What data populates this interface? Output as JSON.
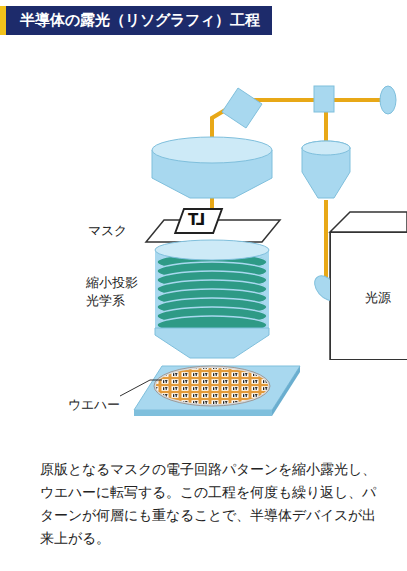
{
  "diagram": {
    "title": "半導体の露光（リソグラフィ）工程",
    "caption": "原版となるマスクの電子回路パターンを縮小露光し、ウエハーに転写する。この工程を何度も繰り返し、パターンが何層にも重なることで、半導体デバイスが出来上がる。",
    "nodes": [
      {
        "text": [
          "光源"
        ]
      }
    ],
    "labels": [
      "マスク",
      "縮小投影 光学系",
      "ウエハー",
      "LT"
    ]
  }
}
